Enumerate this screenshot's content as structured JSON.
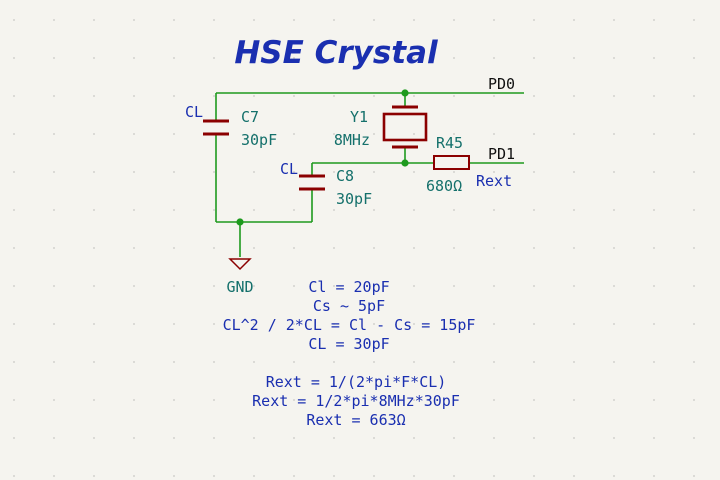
{
  "title": "HSE Crystal",
  "nets": {
    "pd0": "PD0",
    "pd1": "PD1",
    "gnd": "GND"
  },
  "components": {
    "c7": {
      "ref": "C7",
      "value": "30pF",
      "note": "CL"
    },
    "c8": {
      "ref": "C8",
      "value": "30pF",
      "note": "CL"
    },
    "y1": {
      "ref": "Y1",
      "value": "8MHz"
    },
    "r45": {
      "ref": "R45",
      "value": "680Ω",
      "note": "Rext"
    }
  },
  "notes": [
    "Cl = 20pF",
    "Cs ~ 5pF",
    "CL^2 / 2*CL = Cl - Cs = 15pF",
    "CL = 30pF",
    "",
    "Rext = 1/(2*pi*F*CL)",
    "Rext = 1/2*pi*8MHz*30pF",
    "Rext = 663Ω"
  ],
  "colors": {
    "background": "#f5f4ef",
    "wire": "#1e9a1e",
    "component": "#8b0000",
    "label_teal": "#14706b",
    "text_blue": "#1a2fb0",
    "junction": "#1e9a1e",
    "grid_dot": "#c9c9c4"
  }
}
